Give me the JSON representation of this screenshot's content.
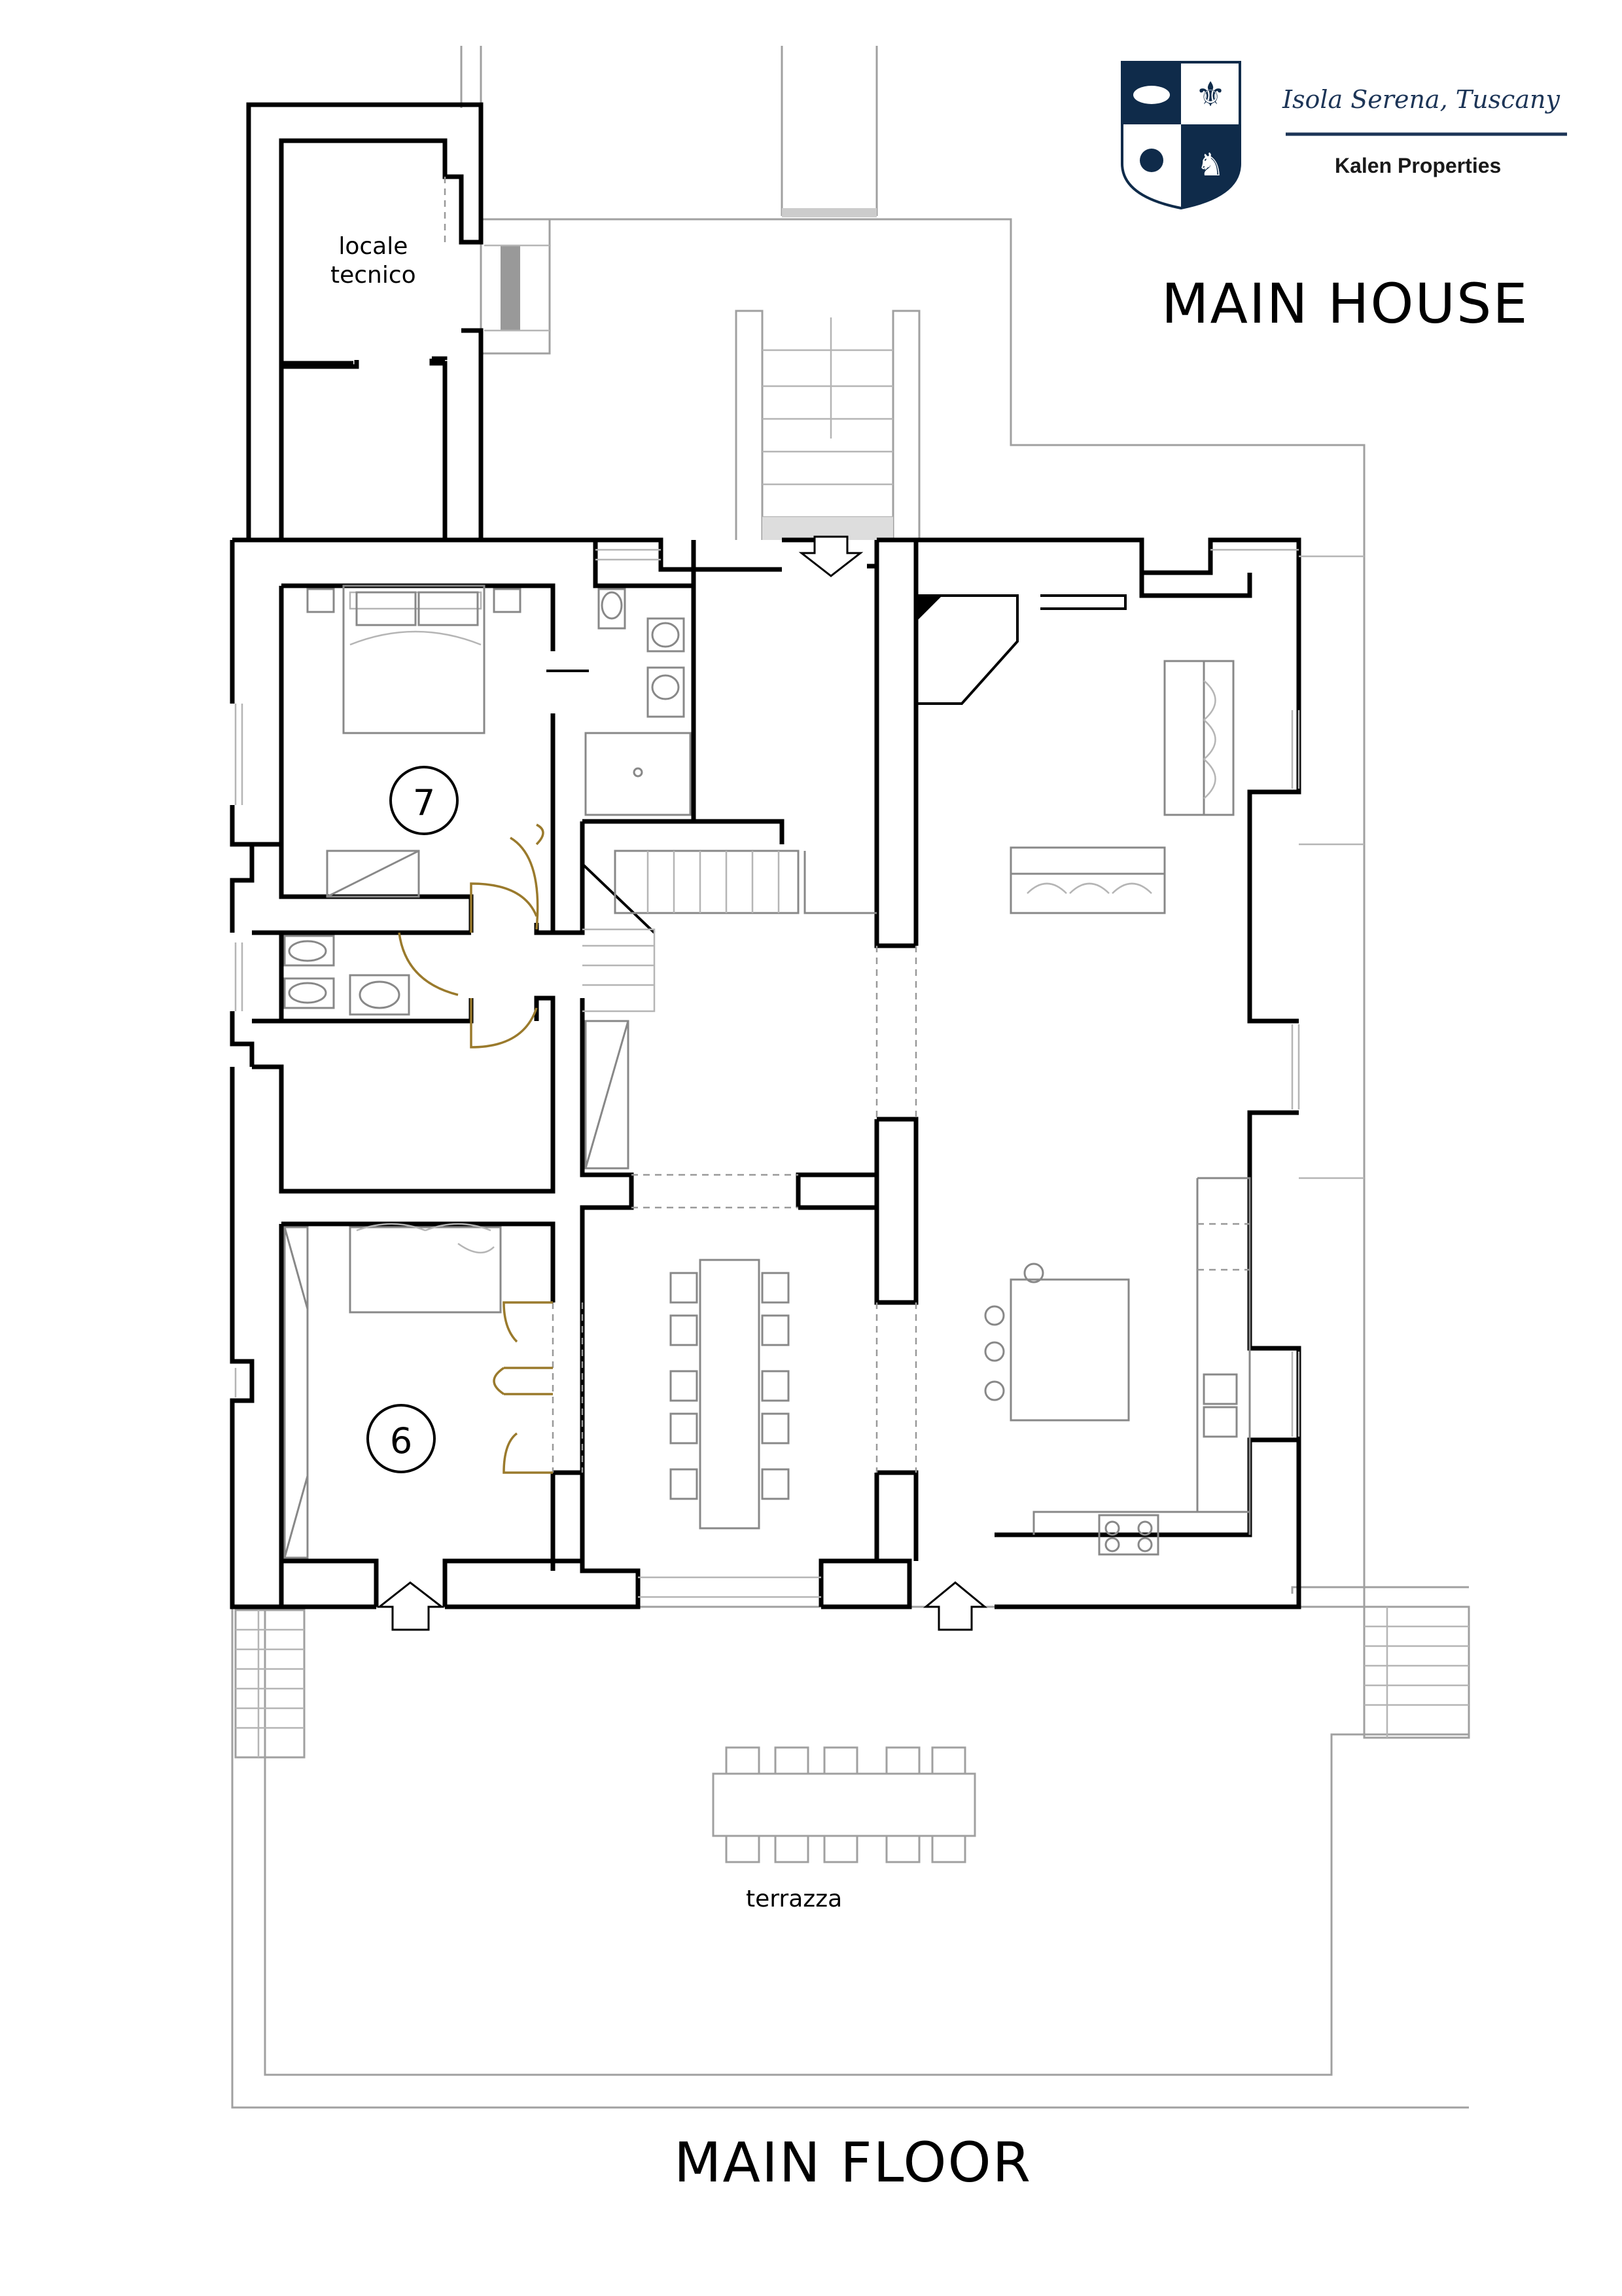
{
  "brand": {
    "place": "Isola Serena, Tuscany",
    "company": "Kalen Properties",
    "crest_icon": "coat-of-arms-crest",
    "accent_color": "#0f2b4a"
  },
  "titles": {
    "house": "MAIN HOUSE",
    "floor": "MAIN FLOOR"
  },
  "rooms": {
    "technical": "locale\ntecnico",
    "terrace": "terrazza",
    "bedroom_7": "7",
    "bedroom_6": "6"
  },
  "colors": {
    "wall": "#000000",
    "fixture": "#7a7a7a",
    "door": "#9a7a2c"
  }
}
